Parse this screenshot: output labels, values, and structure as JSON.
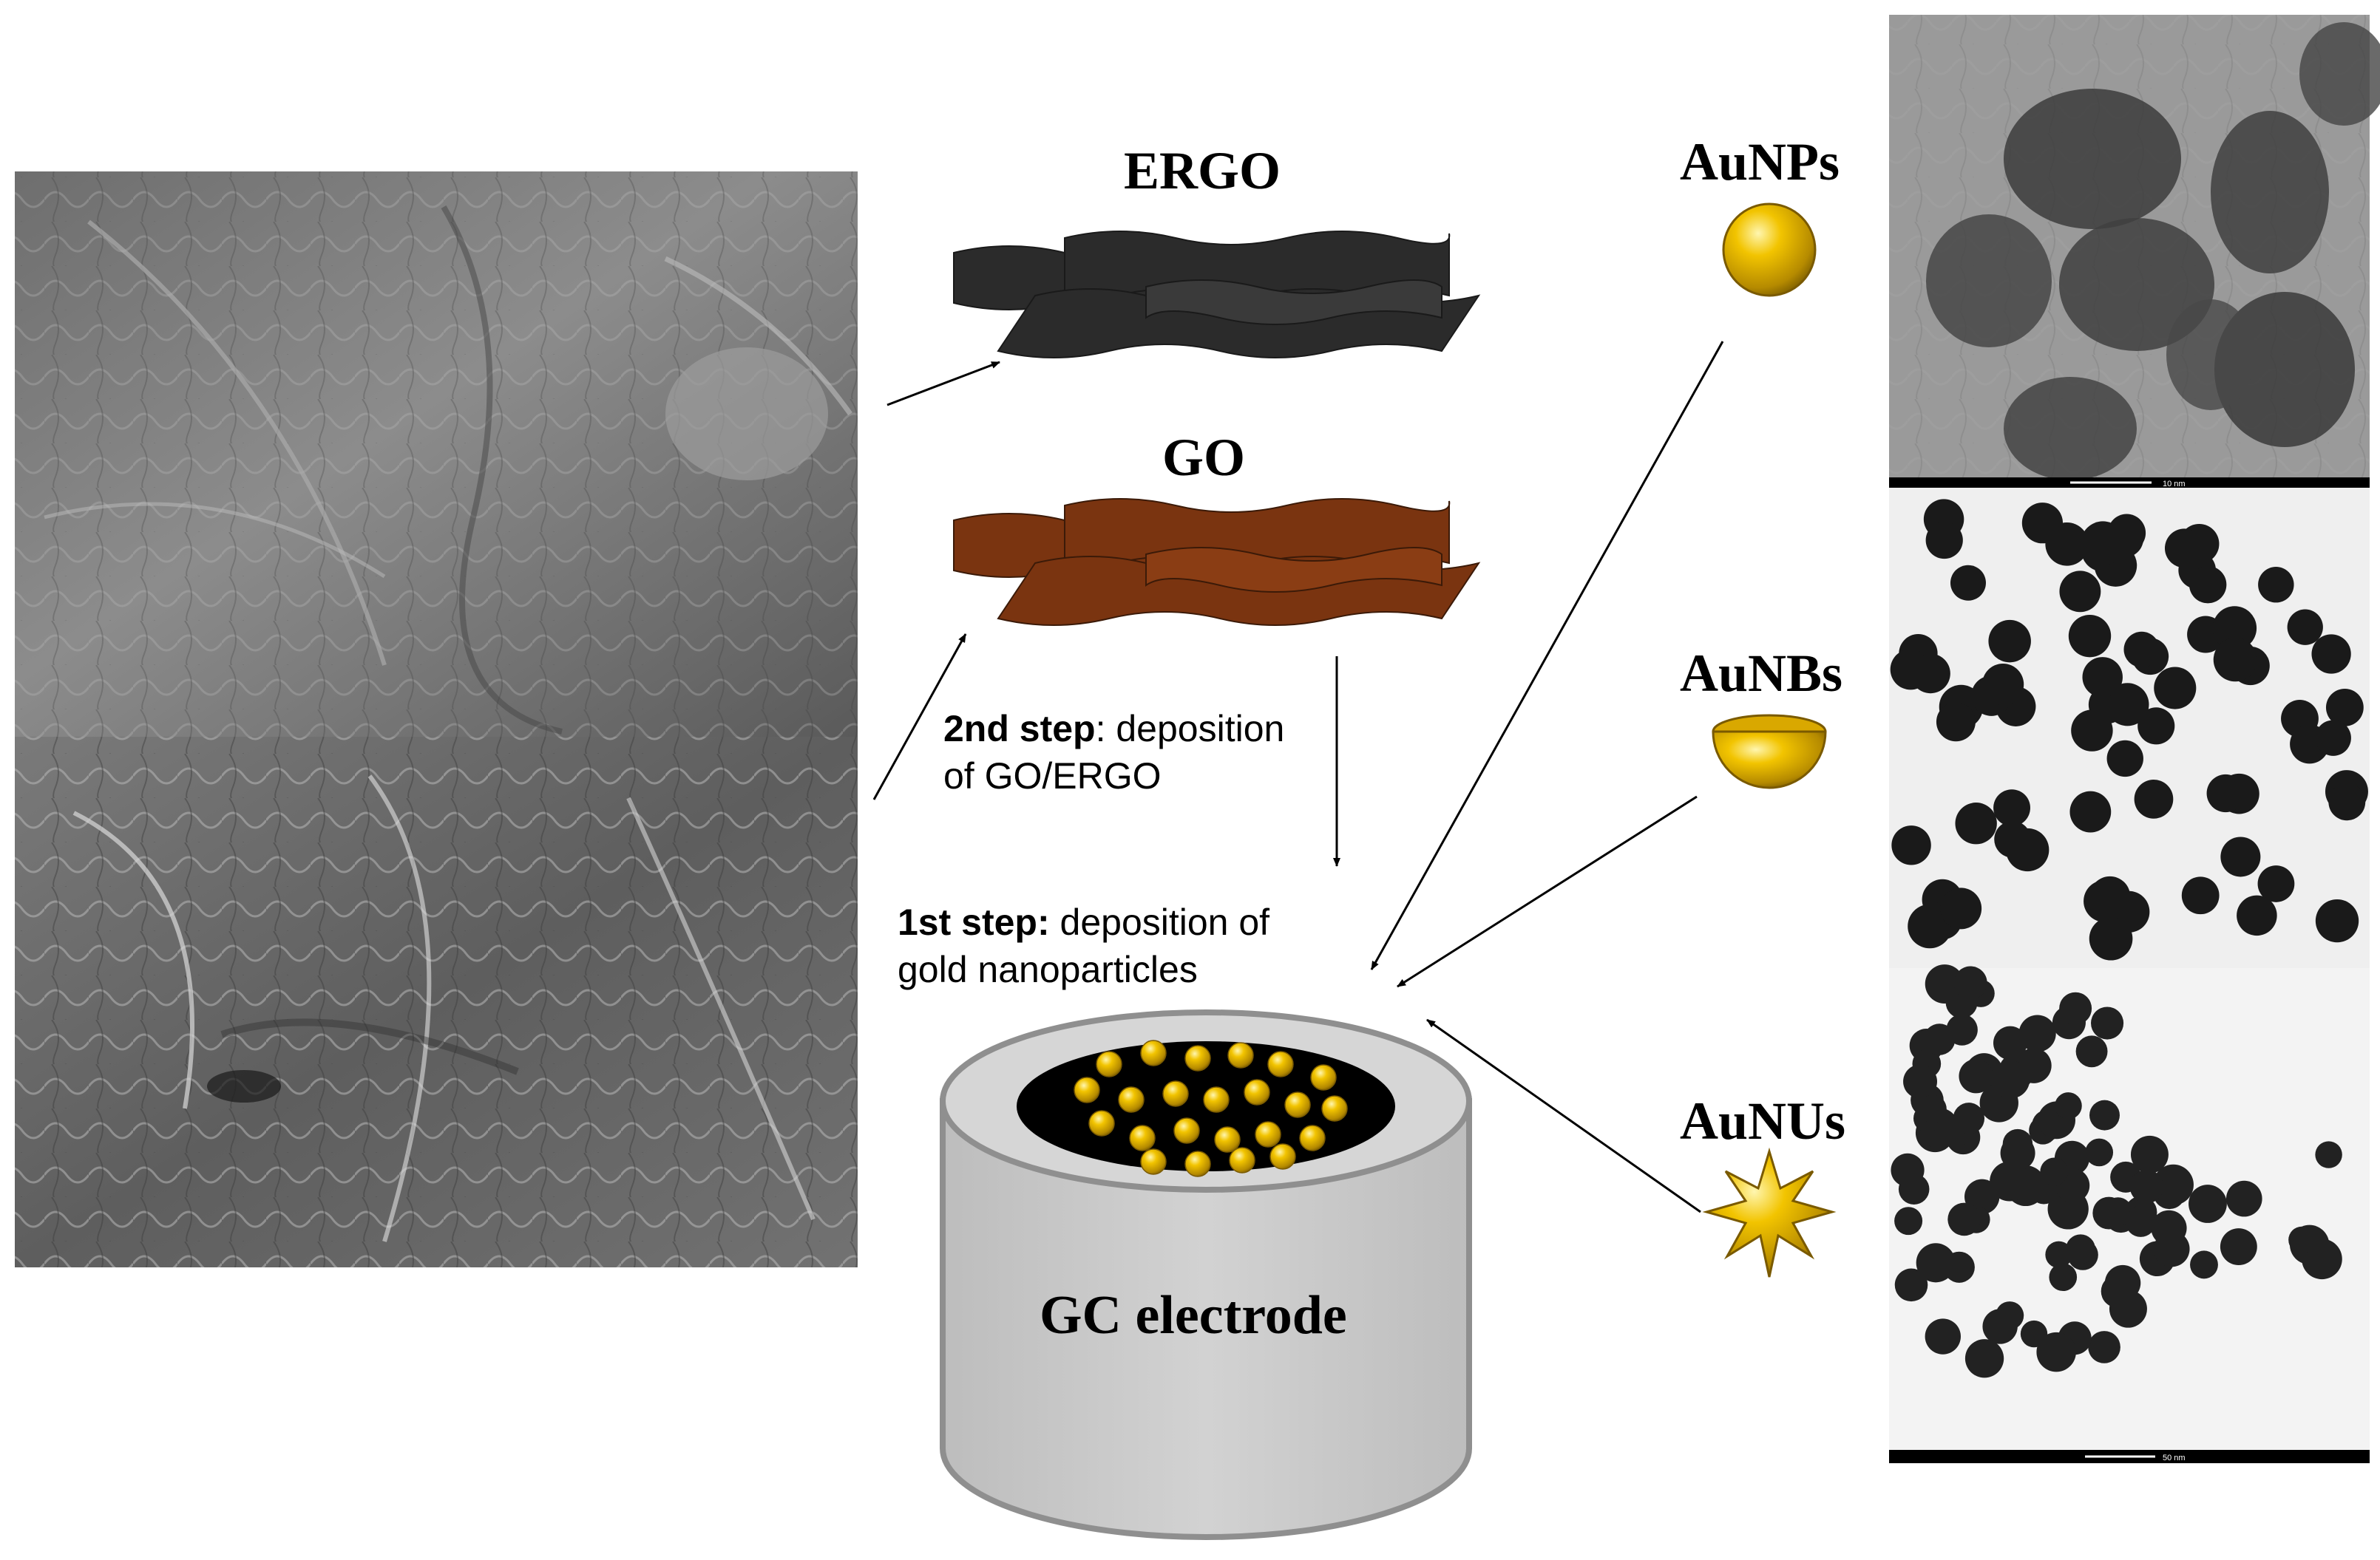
{
  "labels": {
    "ergo": "ERGO",
    "go": "GO",
    "aunps": "AuNPs",
    "aunbs": "AuNBs",
    "aunus": "AuNUs",
    "electrode": "GC electrode"
  },
  "steps": {
    "second_bold": "2nd step",
    "second_rest_line1": ": deposition",
    "second_line2": "of GO/ERGO",
    "first_bold": "1st step:",
    "first_rest_line1": " deposition of",
    "first_line2": "gold nanoparticles"
  },
  "scale_bars": {
    "top": "10 nm",
    "bottom": "50 nm"
  },
  "colors": {
    "ergo_sheet": "#2b2b2b",
    "go_sheet": "#7a3410",
    "gold": "#e6b800",
    "electrode_body": "#c9c9c9",
    "electrode_top": "#000000"
  }
}
